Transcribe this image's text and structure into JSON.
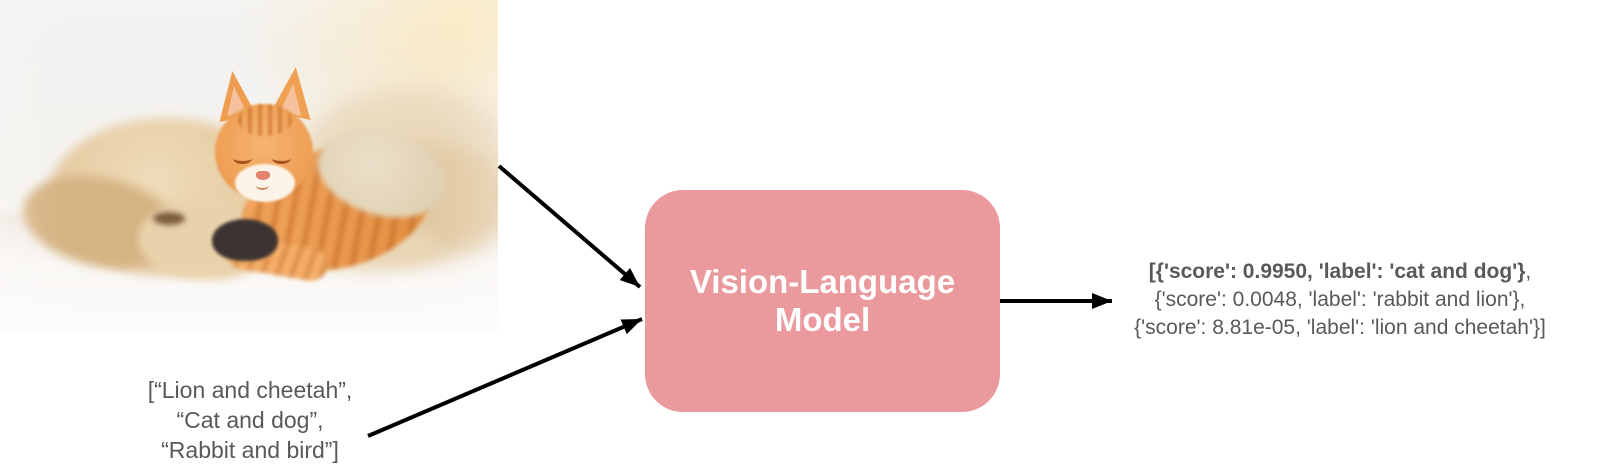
{
  "diagram": {
    "image_input": {
      "description": "photo of a sleeping cream puppy with an orange tabby kitten resting on its head"
    },
    "text_input": {
      "lines": [
        "[“Lion and cheetah”,",
        "“Cat and dog”,",
        "“Rabbit and bird”]"
      ]
    },
    "model": {
      "label": "Vision-Language Model",
      "label_line1": "Vision-Language",
      "label_line2": "Model"
    },
    "output": {
      "line1_bold": "[{'score': 0.9950, 'label': 'cat and dog'}",
      "line1_regular": ",",
      "line2": "{'score': 0.0048, 'label': 'rabbit and lion'},",
      "line3": "{'score': 8.81e-05, 'label': 'lion and cheetah'}]"
    },
    "colors": {
      "model_fill": "#EA999C",
      "model_text": "#FFFFFF",
      "annotation_text": "#58595B",
      "arrow": "#000000"
    }
  }
}
